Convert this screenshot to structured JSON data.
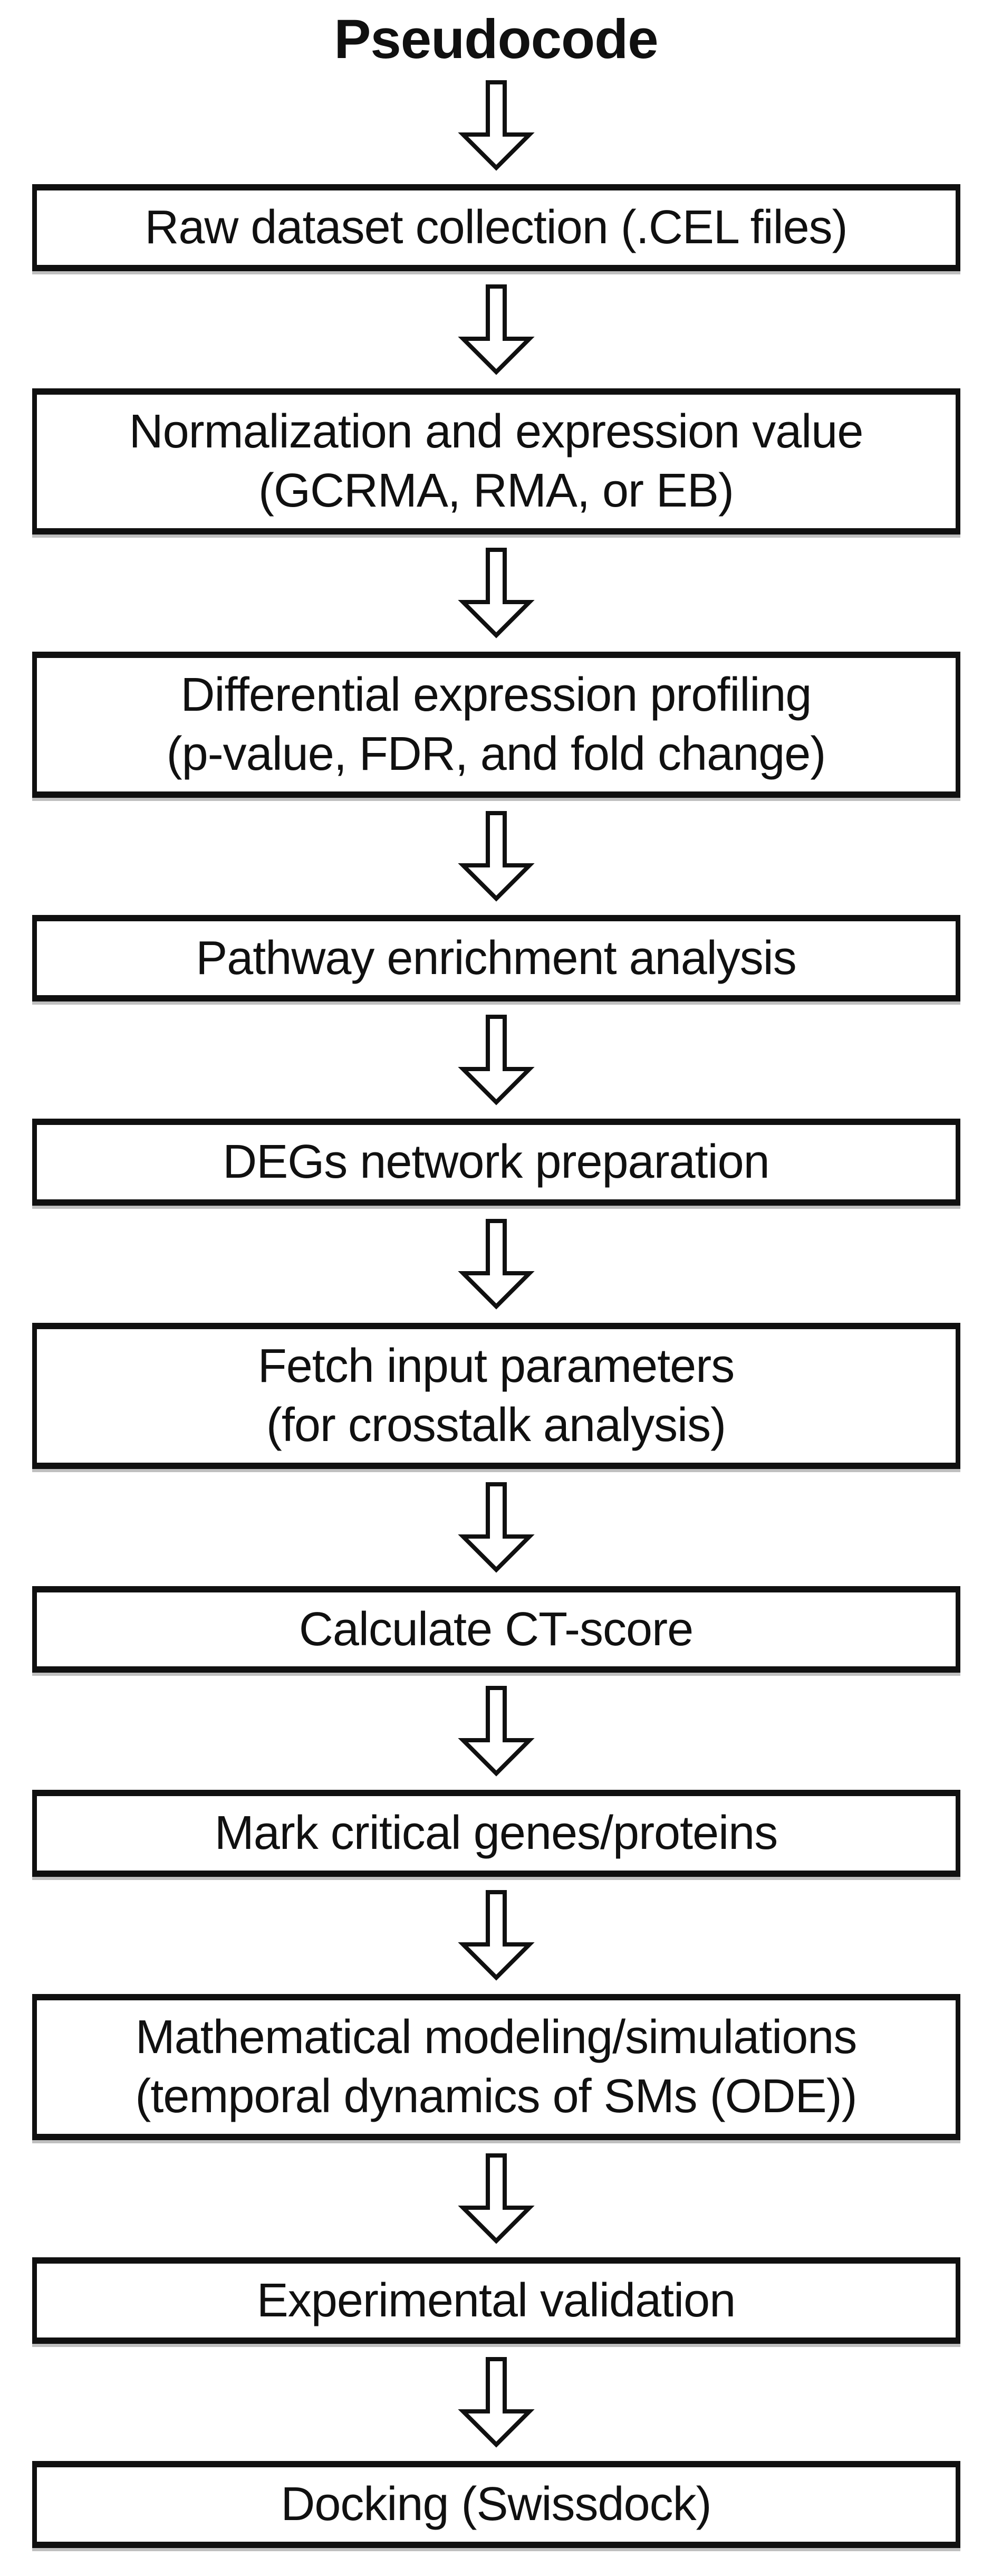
{
  "title": "Pseudocode",
  "colors": {
    "background": "#ffffff",
    "border": "#101010",
    "text": "#101010",
    "arrow_fill": "#ffffff",
    "arrow_outline": "#101010"
  },
  "icons": {
    "connector": "down-arrow"
  },
  "flowchart": {
    "steps": [
      {
        "line1": "Raw dataset collection (.CEL files)",
        "line2": ""
      },
      {
        "line1": "Normalization and expression value",
        "line2": "(GCRMA, RMA, or EB)"
      },
      {
        "line1": "Differential expression profiling",
        "line2": "(p-value, FDR, and fold change)"
      },
      {
        "line1": "Pathway enrichment analysis",
        "line2": ""
      },
      {
        "line1": "DEGs network preparation",
        "line2": ""
      },
      {
        "line1": "Fetch input parameters",
        "line2": "(for crosstalk analysis)"
      },
      {
        "line1": "Calculate CT-score",
        "line2": ""
      },
      {
        "line1": "Mark critical genes/proteins",
        "line2": ""
      },
      {
        "line1": "Mathematical modeling/simulations",
        "line2": "(temporal dynamics of SMs (ODE))"
      },
      {
        "line1": "Experimental validation",
        "line2": ""
      },
      {
        "line1": "Docking (Swissdock)",
        "line2": ""
      }
    ]
  }
}
